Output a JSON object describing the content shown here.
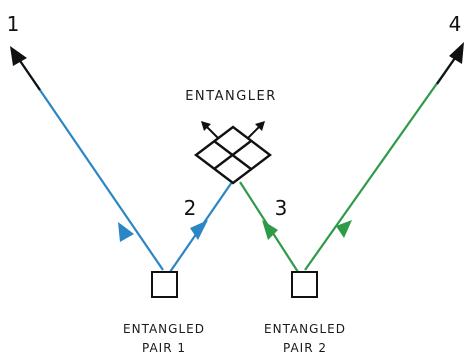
{
  "entangler_label": "ENTANGLER",
  "photons": {
    "p1": "1",
    "p2": "2",
    "p3": "3",
    "p4": "4"
  },
  "sources": {
    "pair1_line1": "ENTANGLED",
    "pair1_line2": "PAIR 1",
    "pair2_line1": "ENTANGLED",
    "pair2_line2": "PAIR 2"
  },
  "colors": {
    "pair1": "#2a86c4",
    "pair2": "#2f9a48",
    "outgoing": "#111111",
    "ink": "#111111"
  }
}
